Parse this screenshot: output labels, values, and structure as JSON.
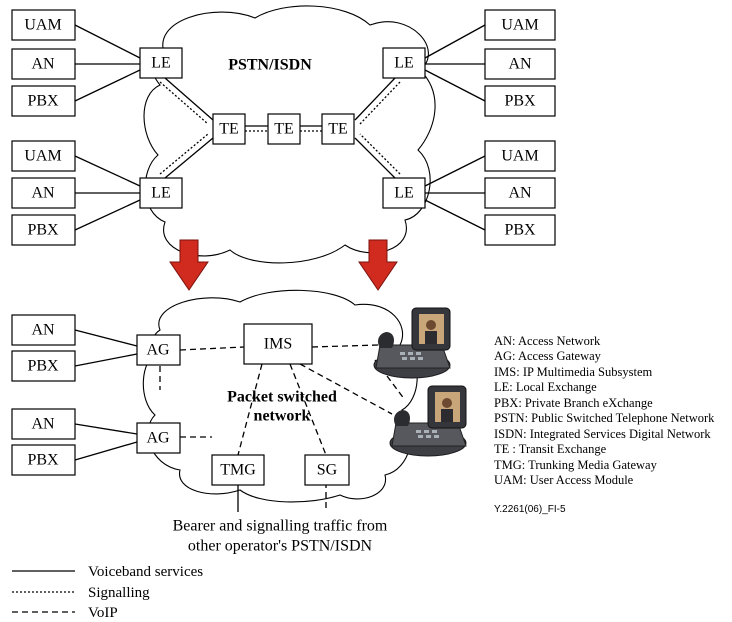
{
  "top_network": {
    "cloud_label": "PSTN/ISDN",
    "left_top": {
      "uam": "UAM",
      "an": "AN",
      "pbx": "PBX",
      "le": "LE"
    },
    "left_bottom": {
      "uam": "UAM",
      "an": "AN",
      "pbx": "PBX",
      "le": "LE"
    },
    "right_top": {
      "uam": "UAM",
      "an": "AN",
      "pbx": "PBX",
      "le": "LE"
    },
    "right_bottom": {
      "uam": "UAM",
      "an": "AN",
      "pbx": "PBX",
      "le": "LE"
    },
    "transit": [
      "TE",
      "TE",
      "TE"
    ]
  },
  "bottom_network": {
    "cloud_label_line1": "Packet switched",
    "cloud_label_line2": "network",
    "ims": "IMS",
    "ag1": "AG",
    "ag2": "AG",
    "tmg": "TMG",
    "sg": "SG",
    "left_top": {
      "an": "AN",
      "pbx": "PBX"
    },
    "left_bottom": {
      "an": "AN",
      "pbx": "PBX"
    },
    "caption_line1": "Bearer and signalling traffic from",
    "caption_line2": "other operator's PSTN/ISDN"
  },
  "abbreviations": [
    "AN: Access Network",
    "AG: Access Gateway",
    "IMS: IP Multimedia Subsystem",
    "LE: Local Exchange",
    "PBX: Private Branch eXchange",
    "PSTN: Public Switched Telephone Network",
    "ISDN: Integrated Services Digital Network",
    "TE : Transit Exchange",
    "TMG: Trunking Media Gateway",
    "UAM: User Access Module"
  ],
  "figure_id": "Y.2261(06)_FI-5",
  "legend": {
    "voiceband": "Voiceband services",
    "signalling": "Signalling",
    "voip": "VoIP"
  },
  "colors": {
    "arrow": "#d12b20"
  }
}
